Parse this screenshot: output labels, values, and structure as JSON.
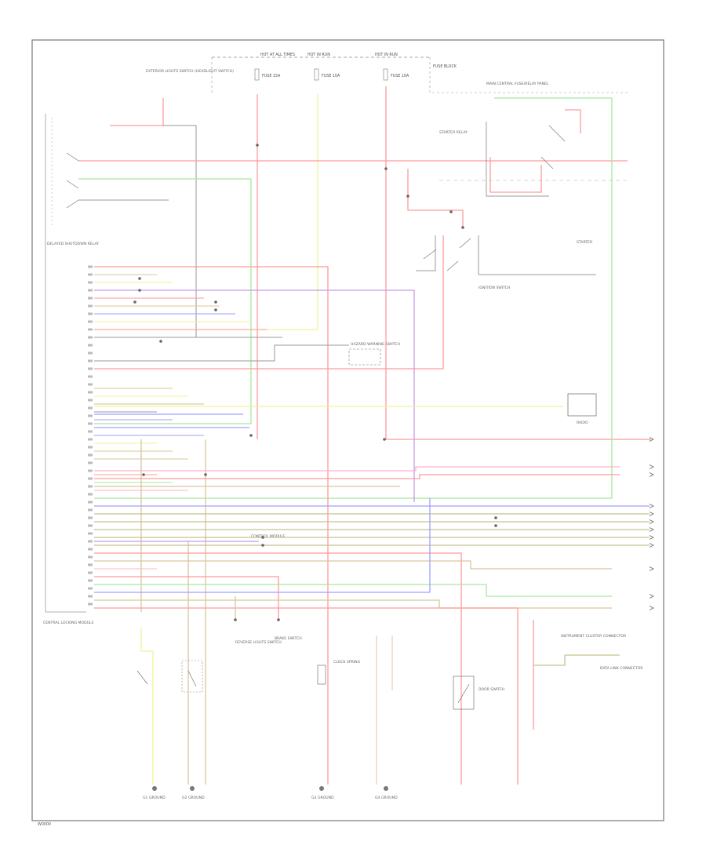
{
  "diagram": {
    "code": "W0000",
    "top_labels": {
      "hot_at_all_times": "HOT AT ALL TIMES",
      "hot_in_run": "HOT IN RUN",
      "hot_in_run_2": "HOT IN RUN",
      "fuse_block": "FUSE BLOCK"
    },
    "fuses": [
      {
        "label": "FUSE 15A"
      },
      {
        "label": "FUSE 10A"
      },
      {
        "label": "FUSE 10A"
      }
    ],
    "components": {
      "exterior_lights_switch": "EXTERIOR LIGHTS SWITCH (HEADLIGHT SWITCH)",
      "delayed_shutdown_relay": "DELAYED SHUTDOWN RELAY",
      "main_relay_panel": "MAIN CENTRAL FUSE/RELAY PANEL",
      "ignition_switch": "IGNITION SWITCH",
      "starter": "STARTER",
      "starter_relay": "STARTER RELAY",
      "radio": "RADIO",
      "hazard_warning": "HAZARD WARNING SWITCH",
      "central_locking_module": "CENTRAL LOCKING MODULE",
      "control_module": "CONTROL MODULE",
      "reverse_lights": "REVERSE LIGHTS SWITCH",
      "brake_switch": "BRAKE SWITCH",
      "clock_spring": "CLOCK SPRING",
      "instrument_cluster": "INSTRUMENT CLUSTER CONNECTOR",
      "data_link": "DATA LINK CONNECTOR",
      "door_switch": "DOOR SWITCH",
      "ground_g1": "G1 GROUND",
      "ground_g2": "G2 GROUND",
      "ground_g3": "G3 GROUND",
      "ground_g4": "G4 GROUND"
    },
    "colors": {
      "red": "#ff9a9a",
      "pink": "#ffb0c8",
      "green": "#a8e8a0",
      "blue": "#9fa0ff",
      "yellow": "#f0f09a",
      "tan": "#d8c79a",
      "olive": "#c8c090",
      "gray": "#9a9a9a",
      "purple": "#c49ae8",
      "black": "#555555"
    }
  }
}
